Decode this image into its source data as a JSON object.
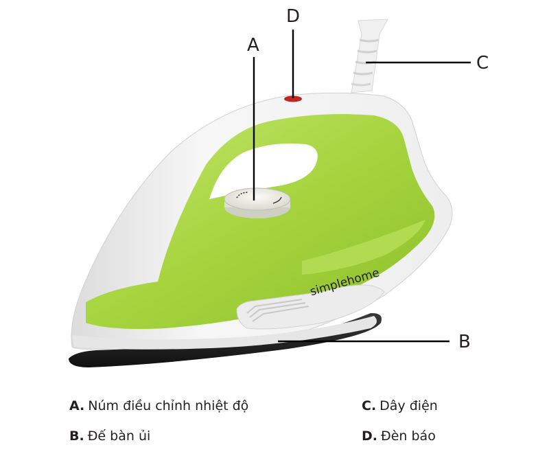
{
  "figure": {
    "subject": "Dry iron (bàn ủi khô)",
    "brand_text": "simplehome",
    "colors": {
      "body_green": "#9fd13a",
      "body_green_light": "#c2e36b",
      "body_white": "#f2f2f2",
      "soleplate": "#1c1c1c",
      "indicator_light": "#c0261e",
      "callout_line": "#000000"
    },
    "callouts": [
      {
        "letter": "A",
        "target": "temperature-dial"
      },
      {
        "letter": "B",
        "target": "soleplate"
      },
      {
        "letter": "C",
        "target": "power-cord"
      },
      {
        "letter": "D",
        "target": "indicator-light"
      }
    ]
  },
  "legend": {
    "items": [
      {
        "key": "A.",
        "label": "Núm điều chỉnh nhiệt độ"
      },
      {
        "key": "B.",
        "label": "Đế bàn ủi"
      },
      {
        "key": "C.",
        "label": "Dây điện"
      },
      {
        "key": "D.",
        "label": "Đèn báo"
      }
    ]
  }
}
